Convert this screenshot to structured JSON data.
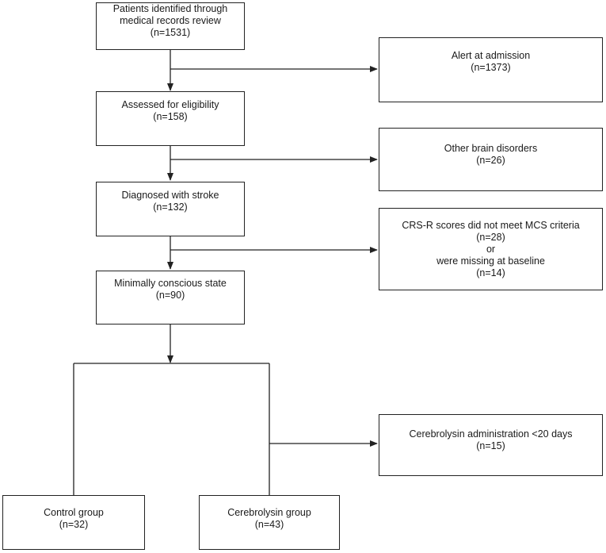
{
  "boxes": {
    "identified": {
      "line1": "Patients identified through",
      "line2": "medical records review",
      "count": "(n=1531)"
    },
    "alert": {
      "line1": "Alert at admission",
      "count": "(n=1373)"
    },
    "assessed": {
      "line1": "Assessed for eligibility",
      "count": "(n=158)"
    },
    "other_brain": {
      "line1": "Other brain disorders",
      "count": "(n=26)"
    },
    "diagnosed": {
      "line1": "Diagnosed with stroke",
      "count": "(n=132)"
    },
    "crsr": {
      "line1": "CRS-R scores did not meet MCS criteria",
      "count1": "(n=28)",
      "or": "or",
      "line2": "were missing at baseline",
      "count2": "(n=14)"
    },
    "mcs": {
      "line1": "Minimally conscious state",
      "count": "(n=90)"
    },
    "cerebrolysin_admin": {
      "line1": "Cerebrolysin administration <20 days",
      "count": "(n=15)"
    },
    "control": {
      "line1": "Control group",
      "count": "(n=32)"
    },
    "cerebrolysin_group": {
      "line1": "Cerebrolysin group",
      "count": "(n=43)"
    }
  },
  "colors": {
    "stroke": "#222222",
    "text": "#1a1a1a",
    "background": "#ffffff"
  }
}
